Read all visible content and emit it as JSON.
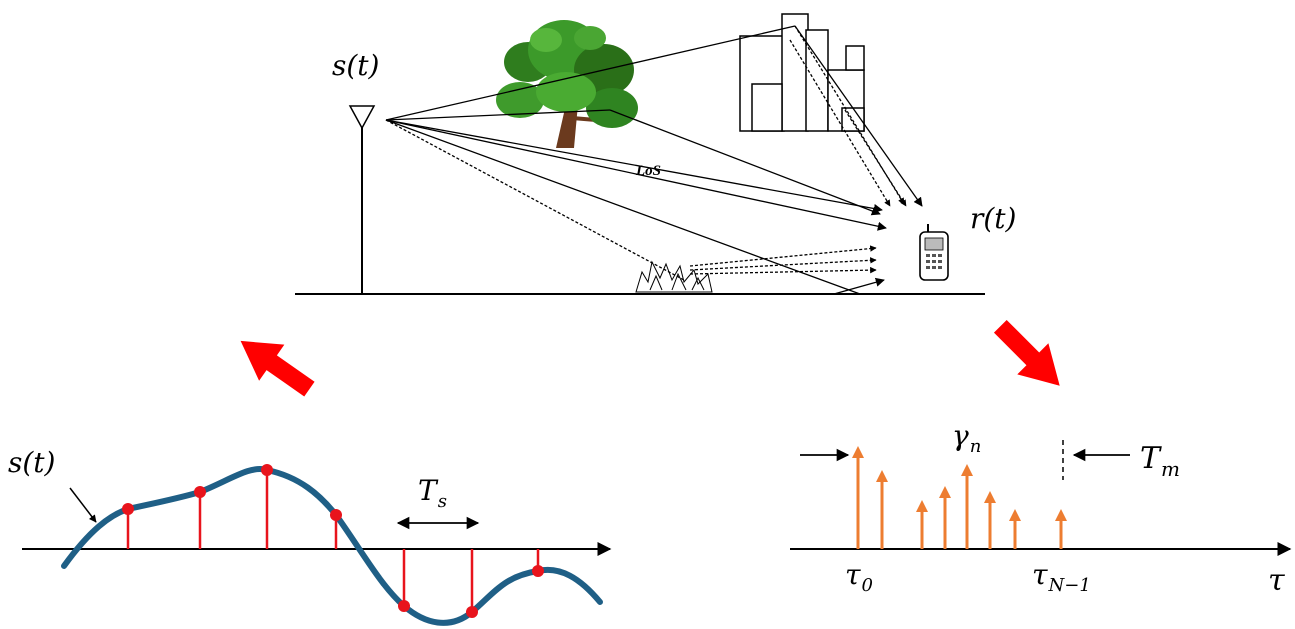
{
  "top_scene": {
    "tx_label": "s(t)",
    "rx_label": "r(t)",
    "los_label": "LoS"
  },
  "sampled_signal": {
    "signal_label": "s(t)",
    "period_label": "T",
    "period_sub": "s"
  },
  "impulse_response": {
    "gain_label": "γ",
    "gain_sub": "n",
    "spread_label": "T",
    "spread_sub": "m",
    "first_delay": "τ",
    "first_delay_sub": "0",
    "last_delay": "τ",
    "last_delay_sub": "N−1",
    "axis_label": "τ"
  },
  "colors": {
    "arrow_red": "#ff0000",
    "wave_blue": "#1f5f86",
    "sample_red": "#e8141c",
    "impulse_orange": "#ed7d31"
  }
}
